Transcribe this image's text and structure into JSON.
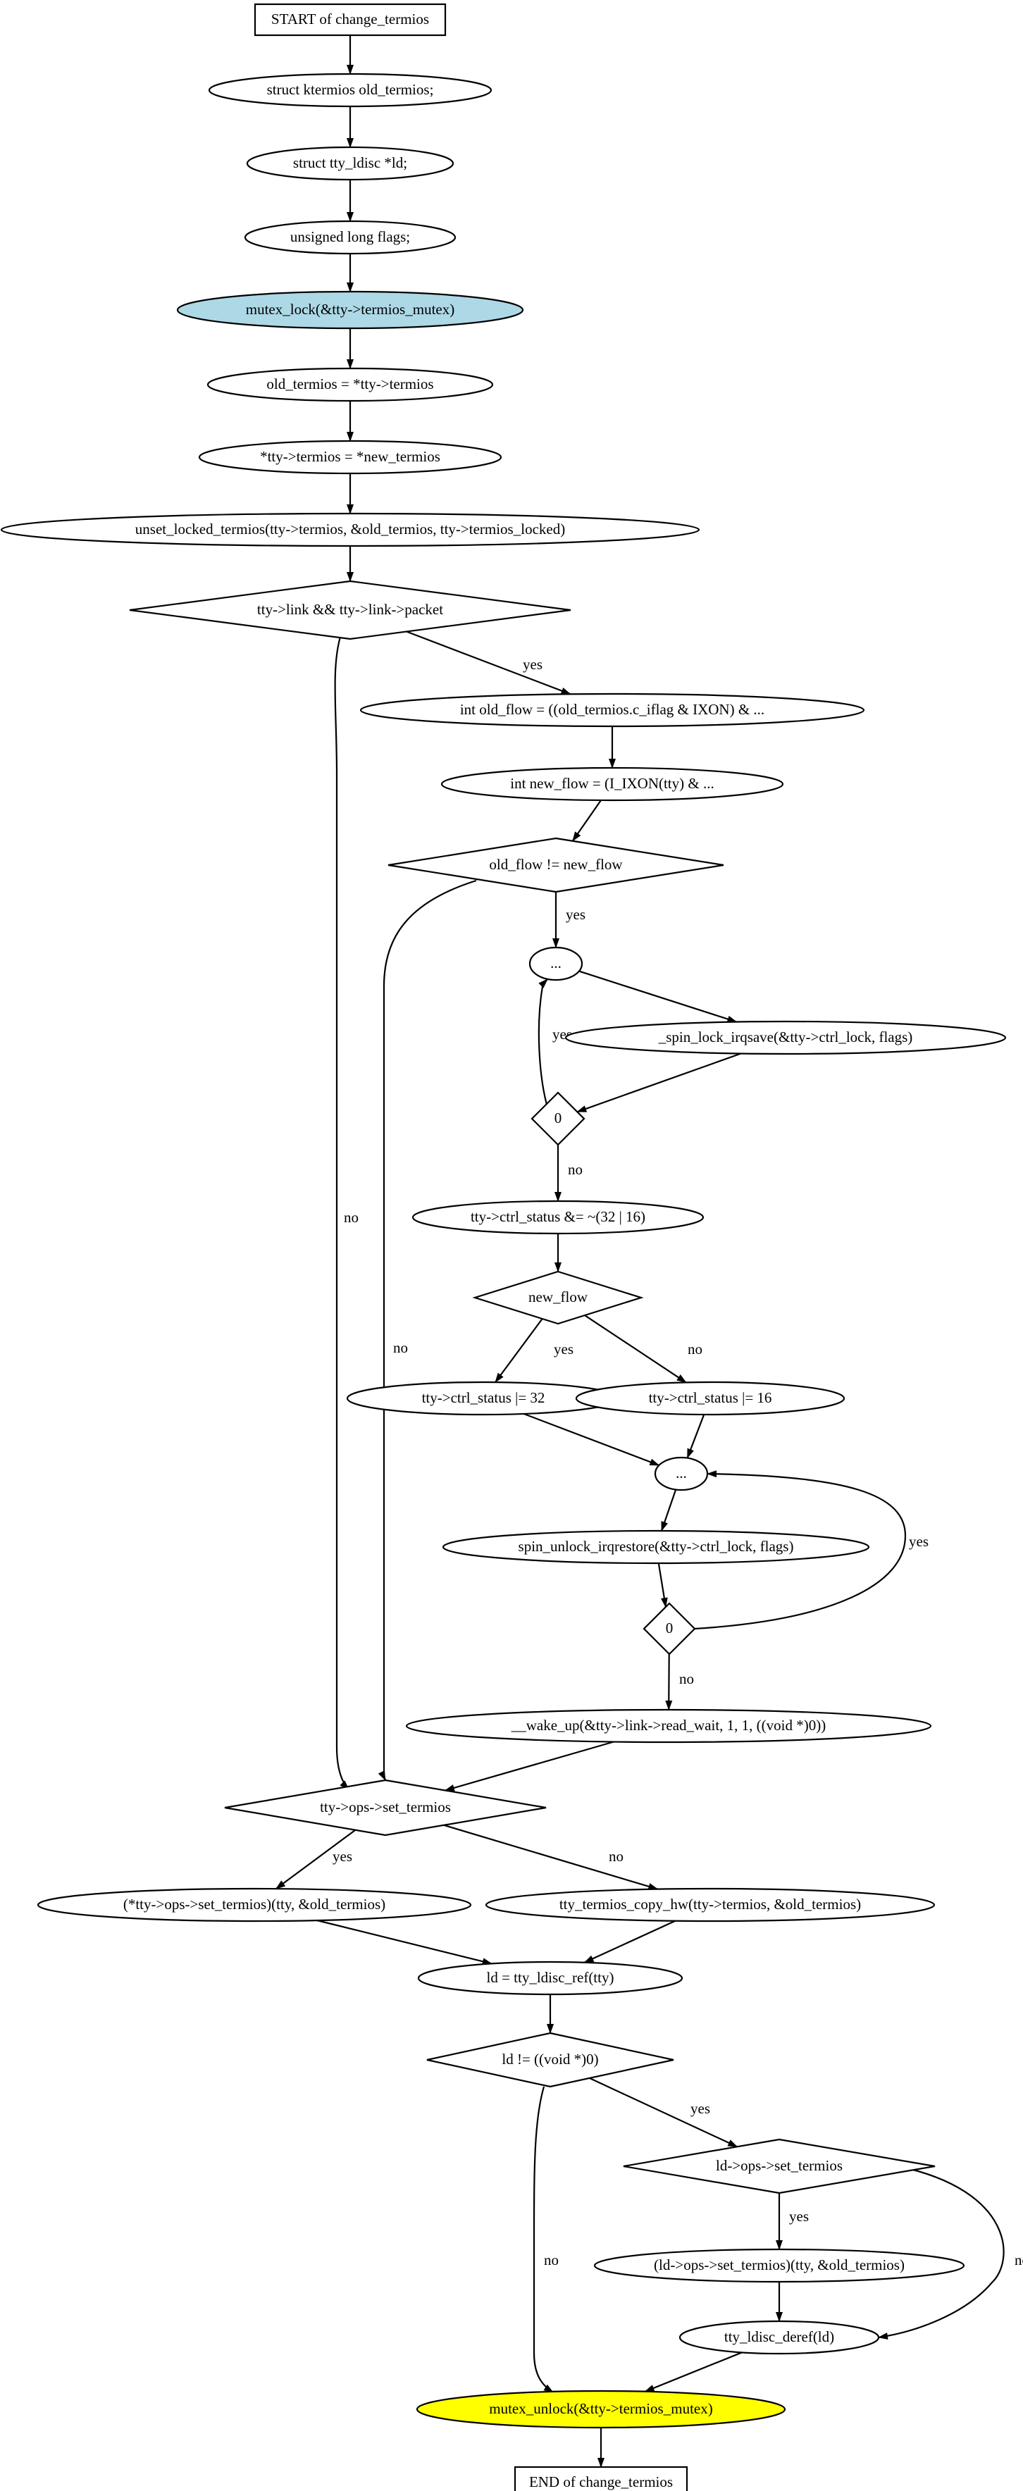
{
  "diagram": {
    "type": "flowchart",
    "nodes": [
      {
        "id": "start",
        "shape": "box",
        "label": "START of change_termios"
      },
      {
        "id": "n1",
        "shape": "ellipse",
        "label": "struct ktermios old_termios;"
      },
      {
        "id": "n2",
        "shape": "ellipse",
        "label": "struct tty_ldisc *ld;"
      },
      {
        "id": "n3",
        "shape": "ellipse",
        "label": "unsigned long flags;"
      },
      {
        "id": "n4",
        "shape": "ellipse",
        "label": "mutex_lock(&tty->termios_mutex)",
        "fill": "#add8e6"
      },
      {
        "id": "n5",
        "shape": "ellipse",
        "label": "old_termios = *tty->termios"
      },
      {
        "id": "n6",
        "shape": "ellipse",
        "label": "*tty->termios = *new_termios"
      },
      {
        "id": "n7",
        "shape": "ellipse",
        "label": "unset_locked_termios(tty->termios, &old_termios, tty->termios_locked)"
      },
      {
        "id": "d1",
        "shape": "diamond",
        "label": "tty->link && tty->link->packet"
      },
      {
        "id": "n8",
        "shape": "ellipse",
        "label": "int old_flow = ((old_termios.c_iflag & IXON) & ..."
      },
      {
        "id": "n9",
        "shape": "ellipse",
        "label": "int new_flow = (I_IXON(tty) & ..."
      },
      {
        "id": "d2",
        "shape": "diamond",
        "label": "old_flow != new_flow"
      },
      {
        "id": "n10",
        "shape": "ellipse",
        "label": "..."
      },
      {
        "id": "n11",
        "shape": "ellipse",
        "label": "_spin_lock_irqsave(&tty->ctrl_lock, flags)"
      },
      {
        "id": "d3",
        "shape": "diamond",
        "label": "0"
      },
      {
        "id": "n12",
        "shape": "ellipse",
        "label": "tty->ctrl_status &= ~(32 | 16)"
      },
      {
        "id": "d4",
        "shape": "diamond",
        "label": "new_flow"
      },
      {
        "id": "n13",
        "shape": "ellipse",
        "label": "tty->ctrl_status |= 32"
      },
      {
        "id": "n14",
        "shape": "ellipse",
        "label": "tty->ctrl_status |= 16"
      },
      {
        "id": "n15",
        "shape": "ellipse",
        "label": "..."
      },
      {
        "id": "n16",
        "shape": "ellipse",
        "label": "spin_unlock_irqrestore(&tty->ctrl_lock, flags)"
      },
      {
        "id": "d5",
        "shape": "diamond",
        "label": "0"
      },
      {
        "id": "n17",
        "shape": "ellipse",
        "label": "__wake_up(&tty->link->read_wait, 1, 1, ((void *)0))"
      },
      {
        "id": "d6",
        "shape": "diamond",
        "label": "tty->ops->set_termios"
      },
      {
        "id": "n18",
        "shape": "ellipse",
        "label": "(*tty->ops->set_termios)(tty, &old_termios)"
      },
      {
        "id": "n19",
        "shape": "ellipse",
        "label": "tty_termios_copy_hw(tty->termios, &old_termios)"
      },
      {
        "id": "n20",
        "shape": "ellipse",
        "label": "ld = tty_ldisc_ref(tty)"
      },
      {
        "id": "d7",
        "shape": "diamond",
        "label": "ld != ((void *)0)"
      },
      {
        "id": "d8",
        "shape": "diamond",
        "label": "ld->ops->set_termios"
      },
      {
        "id": "n21",
        "shape": "ellipse",
        "label": "(ld->ops->set_termios)(tty, &old_termios)"
      },
      {
        "id": "n22",
        "shape": "ellipse",
        "label": "tty_ldisc_deref(ld)"
      },
      {
        "id": "n23",
        "shape": "ellipse",
        "label": "mutex_unlock(&tty->termios_mutex)",
        "fill": "#ffff00"
      },
      {
        "id": "end",
        "shape": "box",
        "label": "END of change_termios"
      }
    ],
    "edges": [
      {
        "from": "start",
        "to": "n1",
        "label": ""
      },
      {
        "from": "n1",
        "to": "n2",
        "label": ""
      },
      {
        "from": "n2",
        "to": "n3",
        "label": ""
      },
      {
        "from": "n3",
        "to": "n4",
        "label": ""
      },
      {
        "from": "n4",
        "to": "n5",
        "label": ""
      },
      {
        "from": "n5",
        "to": "n6",
        "label": ""
      },
      {
        "from": "n6",
        "to": "n7",
        "label": ""
      },
      {
        "from": "n7",
        "to": "d1",
        "label": ""
      },
      {
        "from": "d1",
        "to": "n8",
        "label": "yes"
      },
      {
        "from": "d1",
        "to": "d6",
        "label": "no"
      },
      {
        "from": "n8",
        "to": "n9",
        "label": ""
      },
      {
        "from": "n9",
        "to": "d2",
        "label": ""
      },
      {
        "from": "d2",
        "to": "n10",
        "label": "yes"
      },
      {
        "from": "d2",
        "to": "d6",
        "label": "no"
      },
      {
        "from": "n10",
        "to": "n11",
        "label": ""
      },
      {
        "from": "n11",
        "to": "d3",
        "label": ""
      },
      {
        "from": "d3",
        "to": "n10",
        "label": "yes"
      },
      {
        "from": "d3",
        "to": "n12",
        "label": "no"
      },
      {
        "from": "n12",
        "to": "d4",
        "label": ""
      },
      {
        "from": "d4",
        "to": "n13",
        "label": "yes"
      },
      {
        "from": "d4",
        "to": "n14",
        "label": "no"
      },
      {
        "from": "n13",
        "to": "n15",
        "label": ""
      },
      {
        "from": "n14",
        "to": "n15",
        "label": ""
      },
      {
        "from": "n15",
        "to": "n16",
        "label": ""
      },
      {
        "from": "n16",
        "to": "d5",
        "label": ""
      },
      {
        "from": "d5",
        "to": "n15",
        "label": "yes"
      },
      {
        "from": "d5",
        "to": "n17",
        "label": "no"
      },
      {
        "from": "n17",
        "to": "d6",
        "label": ""
      },
      {
        "from": "d6",
        "to": "n18",
        "label": "yes"
      },
      {
        "from": "d6",
        "to": "n19",
        "label": "no"
      },
      {
        "from": "n18",
        "to": "n20",
        "label": ""
      },
      {
        "from": "n19",
        "to": "n20",
        "label": ""
      },
      {
        "from": "n20",
        "to": "d7",
        "label": ""
      },
      {
        "from": "d7",
        "to": "d8",
        "label": "yes"
      },
      {
        "from": "d7",
        "to": "n23",
        "label": "no"
      },
      {
        "from": "d8",
        "to": "n21",
        "label": "yes"
      },
      {
        "from": "d8",
        "to": "n22",
        "label": "no"
      },
      {
        "from": "n21",
        "to": "n22",
        "label": ""
      },
      {
        "from": "n22",
        "to": "n23",
        "label": ""
      },
      {
        "from": "n23",
        "to": "end",
        "label": ""
      }
    ]
  }
}
